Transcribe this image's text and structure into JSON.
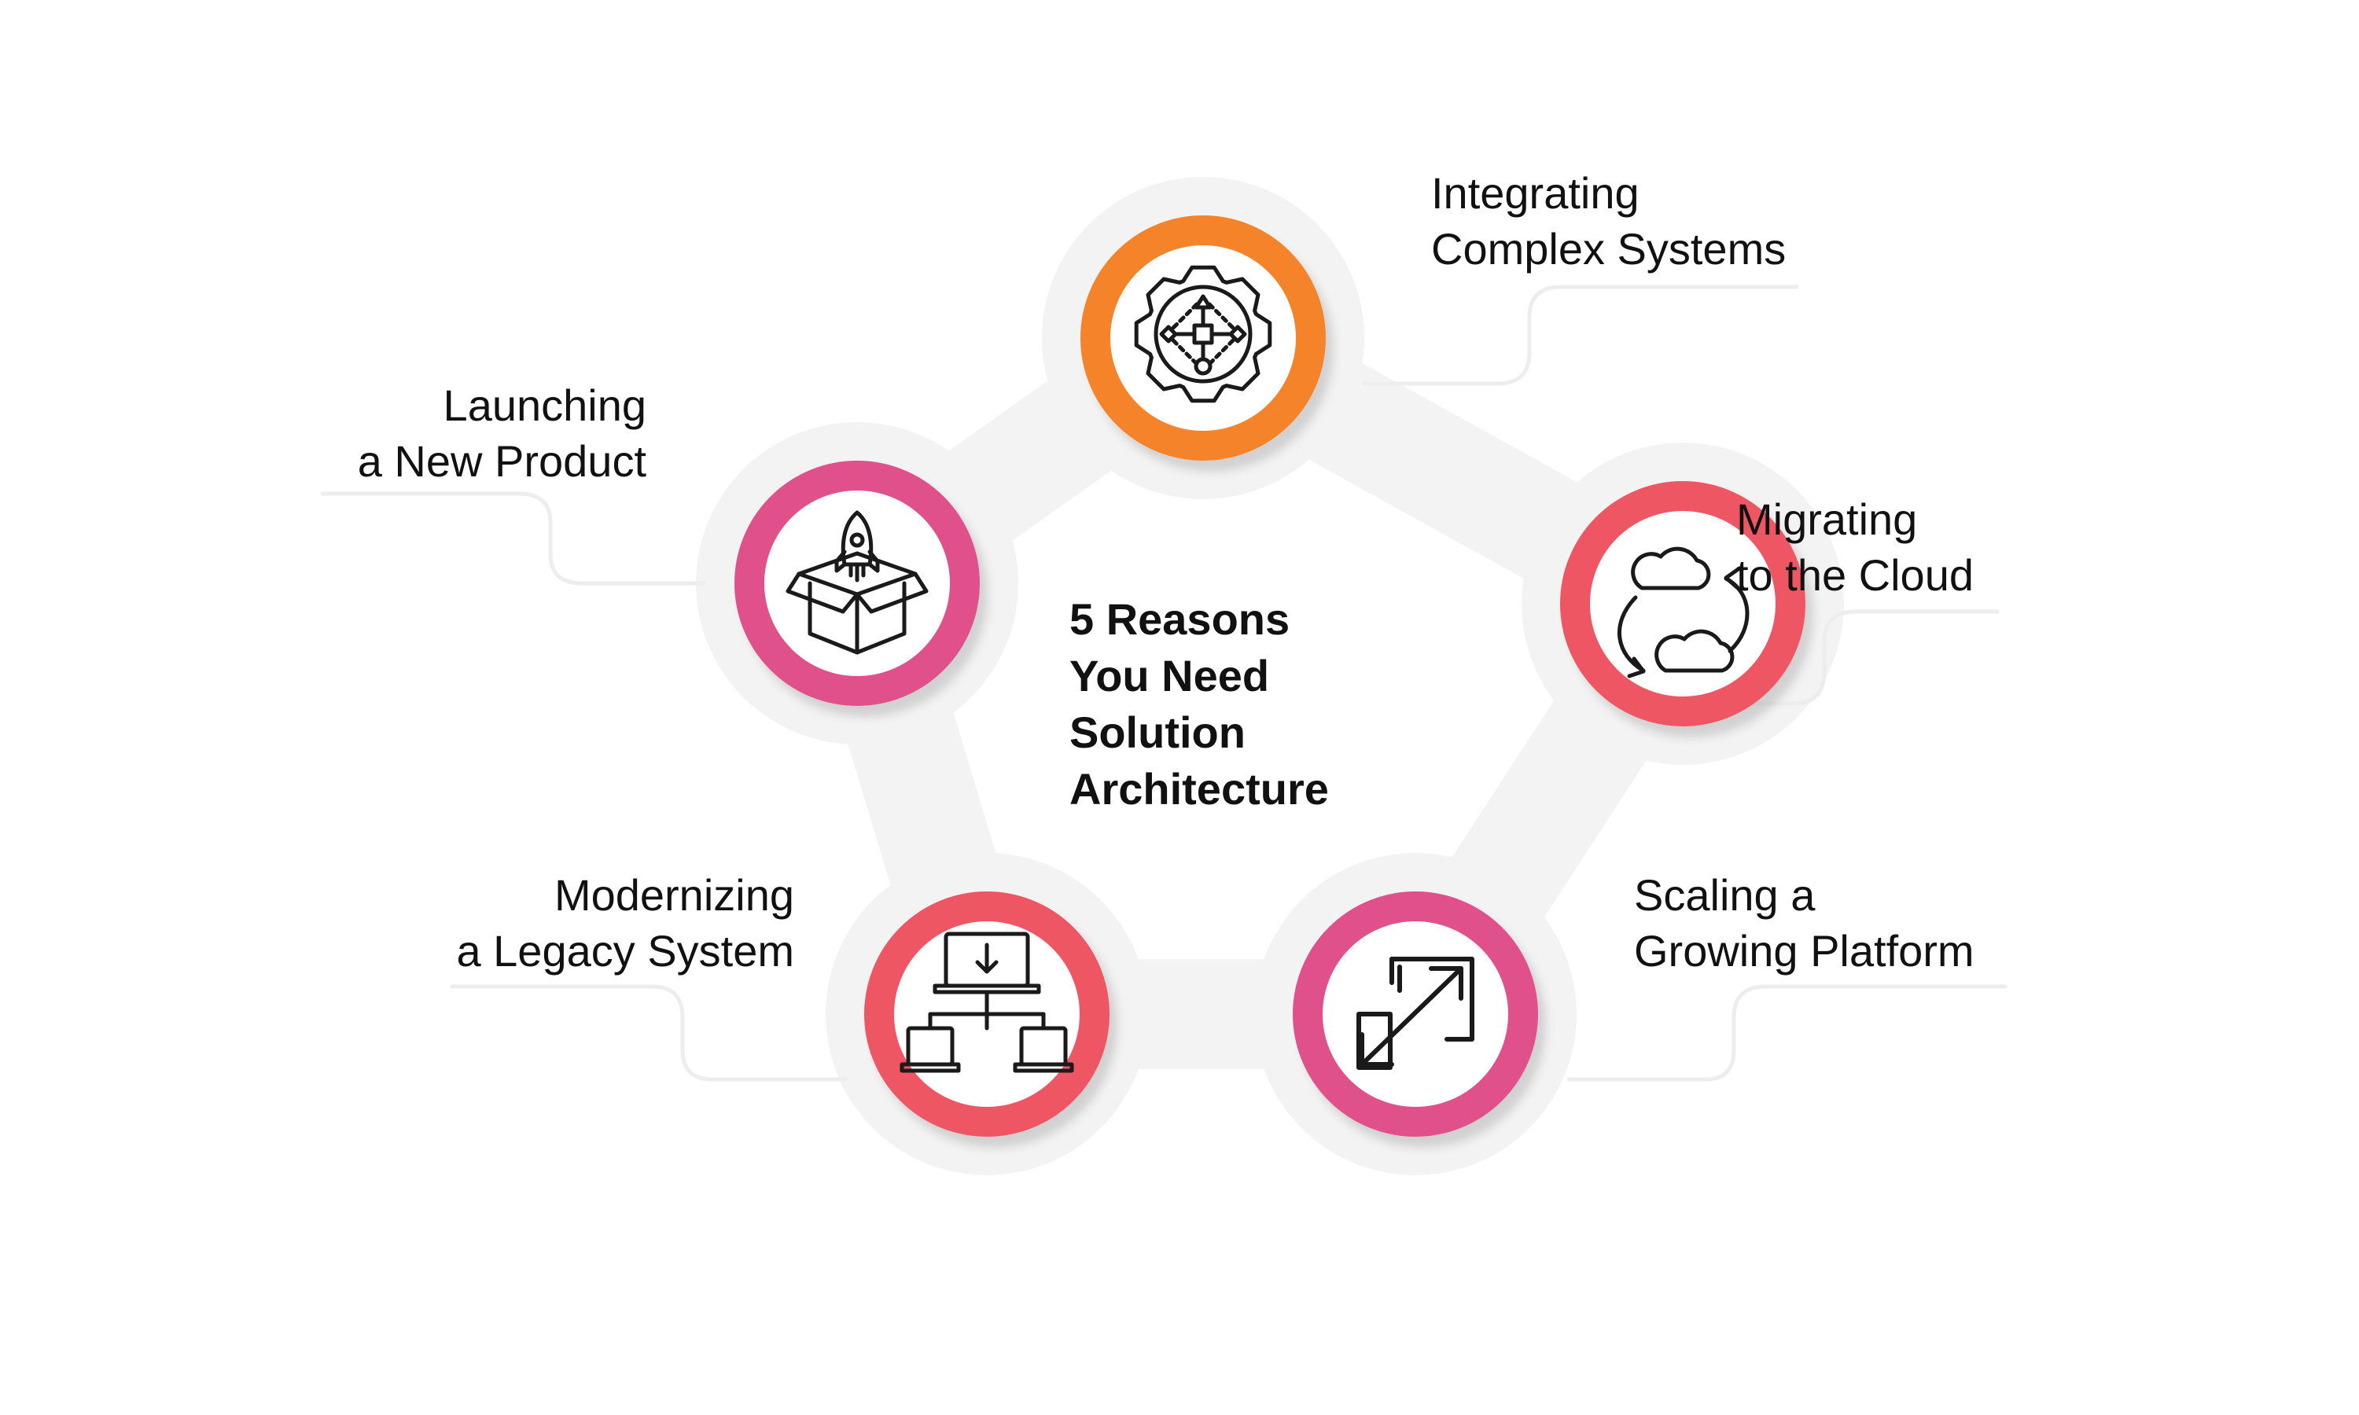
{
  "center_title": [
    "5 Reasons",
    "You Need",
    "Solution",
    "Architecture"
  ],
  "colors": {
    "orange": "#F5832A",
    "red": "#EF5663",
    "magenta": "#E0518B",
    "halo": "#F4F3F3",
    "line": "#EDEDED",
    "icon": "#1A1A1A"
  },
  "reasons": [
    {
      "id": "integrating",
      "lines": [
        "Integrating",
        "Complex Systems"
      ],
      "icon": "gear-network-icon",
      "color": "orange"
    },
    {
      "id": "migrating",
      "lines": [
        "Migrating",
        "to the Cloud"
      ],
      "icon": "cloud-sync-icon",
      "color": "red"
    },
    {
      "id": "scaling",
      "lines": [
        "Scaling a",
        "Growing Platform"
      ],
      "icon": "scale-arrow-icon",
      "color": "magenta"
    },
    {
      "id": "modernizing",
      "lines": [
        "Modernizing",
        "a Legacy System"
      ],
      "icon": "network-computers-icon",
      "color": "red"
    },
    {
      "id": "launching",
      "lines": [
        "Launching",
        "a New Product"
      ],
      "icon": "rocket-box-icon",
      "color": "magenta"
    }
  ]
}
